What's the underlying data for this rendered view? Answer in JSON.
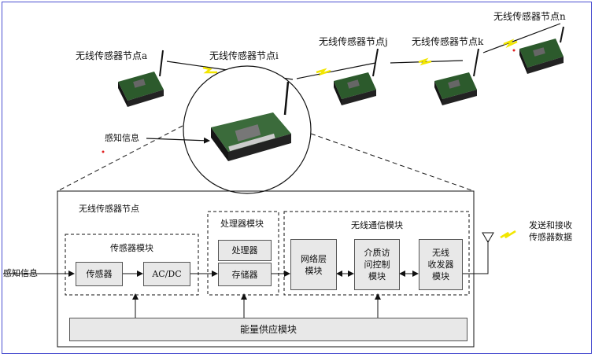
{
  "top": {
    "node_a": "无线传感器节点a",
    "node_i": "无线传感器节点i",
    "node_j": "无线传感器节点j",
    "node_k": "无线传感器节点k",
    "node_n": "无线传感器节点n",
    "sense_info": "感知信息"
  },
  "detail": {
    "title": "无线传感器节点",
    "sensor_module": "传感器模块",
    "processor_module": "处理器模块",
    "wireless_module": "无线通信模块",
    "sense_input": "感知信息",
    "sensor": "传感器",
    "adc": "AC/DC",
    "processor": "处理器",
    "storage": "存储器",
    "network_layer": [
      "网络层",
      "模块"
    ],
    "mac": [
      "介质访",
      "问控制",
      "模块"
    ],
    "transceiver": [
      "无线",
      "收发器",
      "模块"
    ],
    "send_receive": [
      "发送和接收",
      "传感器数据"
    ],
    "power": "能量供应模块"
  },
  "colors": {
    "border": "#4a4fd0",
    "box_fill": "#e8e8e8",
    "link": "#f2e600"
  }
}
